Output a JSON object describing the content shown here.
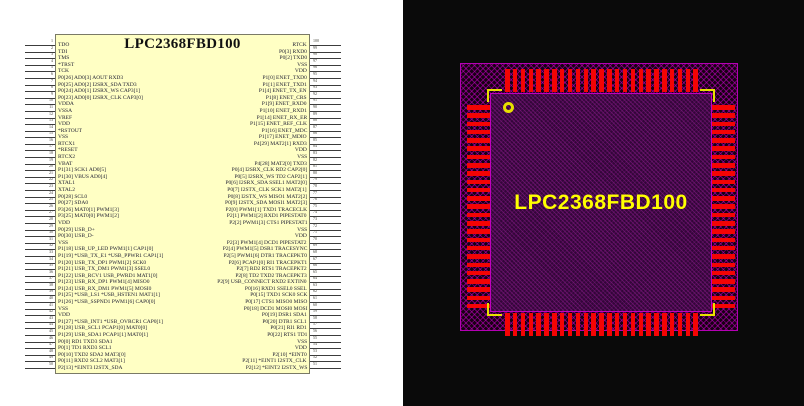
{
  "schematic": {
    "title": "LPC2368FBD100",
    "left_pins": [
      {
        "num": 1,
        "label": "TDO"
      },
      {
        "num": 2,
        "label": "TDI"
      },
      {
        "num": 3,
        "label": "TMS"
      },
      {
        "num": 4,
        "label": "*TRST"
      },
      {
        "num": 5,
        "label": "TCK"
      },
      {
        "num": 6,
        "label": "P0[26] AD0[3] AOUT RXD3"
      },
      {
        "num": 7,
        "label": "P0[25] AD0[2] I2SRX_SDA TXD3"
      },
      {
        "num": 8,
        "label": "P0[24] AD0[1] I2SRX_WS CAP3[1]"
      },
      {
        "num": 9,
        "label": "P0[23] AD0[0] I2SRX_CLK CAP3[0]"
      },
      {
        "num": 10,
        "label": "VDDA"
      },
      {
        "num": 11,
        "label": "VSSA"
      },
      {
        "num": 12,
        "label": "VREF"
      },
      {
        "num": 13,
        "label": "VDD"
      },
      {
        "num": 14,
        "label": "*RSTOUT"
      },
      {
        "num": 15,
        "label": "VSS"
      },
      {
        "num": 16,
        "label": "RTCX1"
      },
      {
        "num": 17,
        "label": "*RESET"
      },
      {
        "num": 18,
        "label": "RTCX2"
      },
      {
        "num": 19,
        "label": "VBAT"
      },
      {
        "num": 20,
        "label": "P1[31] SCK1 AD0[5]"
      },
      {
        "num": 21,
        "label": "P1[30] VBUS AD0[4]"
      },
      {
        "num": 22,
        "label": "XTAL1"
      },
      {
        "num": 23,
        "label": "XTAL2"
      },
      {
        "num": 24,
        "label": "P0[28] SCL0"
      },
      {
        "num": 25,
        "label": "P0[27] SDA0"
      },
      {
        "num": 26,
        "label": "P3[26] MAT0[1] PWM1[3]"
      },
      {
        "num": 27,
        "label": "P3[25] MAT0[0] PWM1[2]"
      },
      {
        "num": 28,
        "label": "VDD"
      },
      {
        "num": 29,
        "label": "P0[29] USB_D+"
      },
      {
        "num": 30,
        "label": "P0[30] USB_D-"
      },
      {
        "num": 31,
        "label": "VSS"
      },
      {
        "num": 32,
        "label": "P1[18] USB_UP_LED PWM1[1] CAP1[0]"
      },
      {
        "num": 33,
        "label": "P1[19] *USB_TX_E1 *USB_PPWR1 CAP1[1]"
      },
      {
        "num": 34,
        "label": "P1[20] USB_TX_DP1 PWM1[2] SCK0"
      },
      {
        "num": 35,
        "label": "P1[21] USB_TX_DM1 PWM1[3] SSEL0"
      },
      {
        "num": 36,
        "label": "P1[22] USB_RCV1 USB_PWRD1 MAT1[0]"
      },
      {
        "num": 37,
        "label": "P1[23] USB_RX_DP1 PWM1[4] MISO0"
      },
      {
        "num": 38,
        "label": "P1[24] USB_RX_DM1 PWM1[5] MOSI0"
      },
      {
        "num": 39,
        "label": "P1[25] *USB_LS1 *USB_HSTEN1 MAT1[1]"
      },
      {
        "num": 40,
        "label": "P1[26] *USB_SSPND1 PWM1[6] CAP0[0]"
      },
      {
        "num": 41,
        "label": "VSS"
      },
      {
        "num": 42,
        "label": "VDD"
      },
      {
        "num": 43,
        "label": "P1[27] *USB_INT1 *USB_OVRCR1 CAP0[1]"
      },
      {
        "num": 44,
        "label": "P1[28] USB_SCL1 PCAP1[0] MAT0[0]"
      },
      {
        "num": 45,
        "label": "P1[29] USB_SDA1 PCAP1[1] MAT0[1]"
      },
      {
        "num": 46,
        "label": "P0[0] RD1 TXD3 SDA1"
      },
      {
        "num": 47,
        "label": "P0[1] TD1 RXD3 SCL1"
      },
      {
        "num": 48,
        "label": "P0[10] TXD2 SDA2 MAT3[0]"
      },
      {
        "num": 49,
        "label": "P0[11] RXD2 SCL2 MAT3[1]"
      },
      {
        "num": 50,
        "label": "P2[13] *EINT3 I2STX_SDA"
      }
    ],
    "right_pins": [
      {
        "num": 100,
        "label": "RTCK"
      },
      {
        "num": 99,
        "label": "P0[3] RXD0"
      },
      {
        "num": 98,
        "label": "P0[2] TXD0"
      },
      {
        "num": 97,
        "label": "VSS"
      },
      {
        "num": 96,
        "label": "VDD"
      },
      {
        "num": 95,
        "label": "P1[0] ENET_TXD0"
      },
      {
        "num": 94,
        "label": "P1[1] ENET_TXD1"
      },
      {
        "num": 93,
        "label": "P1[4] ENET_TX_EN"
      },
      {
        "num": 92,
        "label": "P1[8] ENET_CRS"
      },
      {
        "num": 91,
        "label": "P1[9] ENET_RXD0"
      },
      {
        "num": 90,
        "label": "P1[10] ENET_RXD1"
      },
      {
        "num": 89,
        "label": "P1[14] ENET_RX_ER"
      },
      {
        "num": 88,
        "label": "P1[15] ENET_REF_CLK"
      },
      {
        "num": 87,
        "label": "P1[16] ENET_MDC"
      },
      {
        "num": 86,
        "label": "P1[17] ENET_MDIO"
      },
      {
        "num": 85,
        "label": "P4[29] MAT2[1] RXD3"
      },
      {
        "num": 84,
        "label": "VDD"
      },
      {
        "num": 83,
        "label": "VSS"
      },
      {
        "num": 82,
        "label": "P4[28] MAT2[0] TXD3"
      },
      {
        "num": 81,
        "label": "P0[4] I2SRX_CLK RD2 CAP2[0]"
      },
      {
        "num": 80,
        "label": "P0[5] I2SRX_WS TD2 CAP2[1]"
      },
      {
        "num": 79,
        "label": "P0[6] I2SRX_SDA SSEL1 MAT2[0]"
      },
      {
        "num": 78,
        "label": "P0[7] I2STX_CLK SCK1 MAT2[1]"
      },
      {
        "num": 77,
        "label": "P0[8] I2STX_WS MISO1 MAT2[2]"
      },
      {
        "num": 76,
        "label": "P0[9] I2STX_SDA MOSI1 MAT2[3]"
      },
      {
        "num": 75,
        "label": "P2[0] PWM1[1] TXD1 TRACECLK"
      },
      {
        "num": 74,
        "label": "P2[1] PWM1[2] RXD1 PIPESTAT0"
      },
      {
        "num": 73,
        "label": "P2[2] PWM1[3] CTS1 PIPESTAT1"
      },
      {
        "num": 72,
        "label": "VSS"
      },
      {
        "num": 71,
        "label": "VDD"
      },
      {
        "num": 70,
        "label": "P2[3] PWM1[4] DCD1 PIPESTAT2"
      },
      {
        "num": 69,
        "label": "P2[4] PWM1[5] DSR1 TRACESYNC"
      },
      {
        "num": 68,
        "label": "P2[5] PWM1[6] DTR1 TRACEPKT0"
      },
      {
        "num": 67,
        "label": "P2[6] PCAP1[0] RI1 TRACEPKT1"
      },
      {
        "num": 66,
        "label": "P2[7] RD2 RTS1 TRACEPKT2"
      },
      {
        "num": 65,
        "label": "P2[8] TD2 TXD2 TRACEPKT3"
      },
      {
        "num": 64,
        "label": "P2[9] USB_CONNECT RXD2 EXTIN0"
      },
      {
        "num": 63,
        "label": "P0[16] RXD1 SSEL0 SSEL"
      },
      {
        "num": 62,
        "label": "P0[15] TXD1 SCK0 SCK"
      },
      {
        "num": 61,
        "label": "P0[17] CTS1 MISO0 MISO"
      },
      {
        "num": 60,
        "label": "P0[18] DCD1 MOSI0 MOSI"
      },
      {
        "num": 59,
        "label": "P0[19] DSR1 SDA1"
      },
      {
        "num": 58,
        "label": "P0[20] DTR1 SCL1"
      },
      {
        "num": 57,
        "label": "P0[21] RI1 RD1"
      },
      {
        "num": 56,
        "label": "P0[22] RTS1 TD1"
      },
      {
        "num": 55,
        "label": "VSS"
      },
      {
        "num": 54,
        "label": "VDD"
      },
      {
        "num": 53,
        "label": "P2[10] *EINT0"
      },
      {
        "num": 52,
        "label": "P2[11] *EINT1 I2STX_CLK"
      },
      {
        "num": 51,
        "label": "P2[12] *EINT2 I2STX_WS"
      }
    ]
  },
  "footprint": {
    "label": "LPC2368FBD100",
    "pads_per_side": 25,
    "total_pads": 100,
    "colors": {
      "background": "#0a0a0a",
      "pad": "#f40404",
      "hatch": "#cd00cd",
      "body": "#330639",
      "silkscreen": "#e8e000",
      "label": "#ffff00"
    }
  }
}
